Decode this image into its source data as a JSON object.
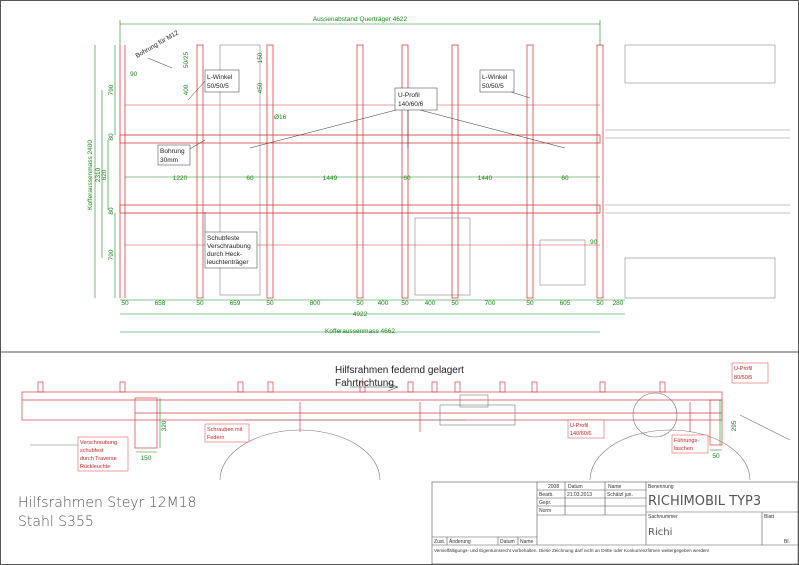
{
  "dimensions": {
    "outer_crossmember_distance": "Aussenabstand Querträger 4622",
    "box_outer_width": "Kofferaussenmass 2400",
    "box_outer_length": "Kofferaussenmass 4662",
    "inner_2310": "2310",
    "inner_620": "620",
    "top_790": "790",
    "bottom_790": "790",
    "left_80_top": "80",
    "left_80_bot": "80",
    "v_50_25": "50/25",
    "v_400": "400",
    "v_450": "450",
    "v_150": "150",
    "d_90_top": "90",
    "d_90_bot": "90",
    "d_16": "Ø16",
    "mid_1220": "1220",
    "mid_60a": "60",
    "mid_1449": "1449",
    "mid_60b": "60",
    "mid_1440": "1440",
    "mid_60c": "60",
    "bottom_row": [
      "50",
      "658",
      "50",
      "659",
      "50",
      "800",
      "50",
      "400",
      "50",
      "400",
      "50",
      "700",
      "50",
      "605",
      "50",
      "280"
    ],
    "total_4922": "4922",
    "side_320": "320",
    "side_150": "150",
    "side_295": "295",
    "side_50": "50"
  },
  "labels": {
    "bohrung_m12": "Bohrung für M12",
    "l_winkel_left": [
      "L-Winkel",
      "50/50/5"
    ],
    "l_winkel_right": [
      "L-Winkel",
      "50/50/5"
    ],
    "u_profil_top": [
      "U-Profil",
      "140/60/6"
    ],
    "bohrung_30": [
      "Bohrung",
      "30mm"
    ],
    "schubfeste": [
      "Schubfeste",
      "Verschraubung",
      "durch Heck-",
      "leuchtenträger"
    ],
    "federnd": "Hilfsrahmen federnd gelagert",
    "fahrtrichtung": "Fahrtrichtung",
    "u_profil_side": [
      "U-Profil",
      "80/50/5"
    ],
    "u_profil_side2": [
      "U-Profil",
      "140/60/6"
    ],
    "schrauben": [
      "Schrauben mit",
      "Federn"
    ],
    "verschraubung": [
      "Verschraubung",
      "schubfest",
      "durch Traverse",
      "Rückleuchte"
    ],
    "fuehrung": [
      "Führungs-",
      "laschen"
    ],
    "frame_title": "Hilfsrahmen Steyr 12M18",
    "material": "Stahl S355"
  },
  "title_block": {
    "year": "2008",
    "datum_label": "Datum",
    "name_label": "Name",
    "bearb_label": "Bearb.",
    "bearb_date": "21.03.2013",
    "bearb_name": "Schätzl jun.",
    "gepr_label": "Gepr.",
    "norm_label": "Norm",
    "benennung_label": "Benennung",
    "benennung": "RICHIMOBIL TYP3",
    "sachnummer_label": "Sachnummer",
    "sachnummer": "Richi",
    "blatt_label": "Blatt",
    "bl_label": "Bl.",
    "zust_label": "Zust.",
    "aenderung_label": "Änderung",
    "datum2_label": "Datum",
    "name2_label": "Name",
    "footer": "Vervielfältigungs- und Eigentumsrecht vorbehalten. Diese Zeichnung darf nicht an Dritte oder Konkurrenzfirmen weitergegeben werden!"
  },
  "colors": {
    "frame": "#d94040",
    "dim": "#1b8a1b",
    "line": "#555555"
  }
}
